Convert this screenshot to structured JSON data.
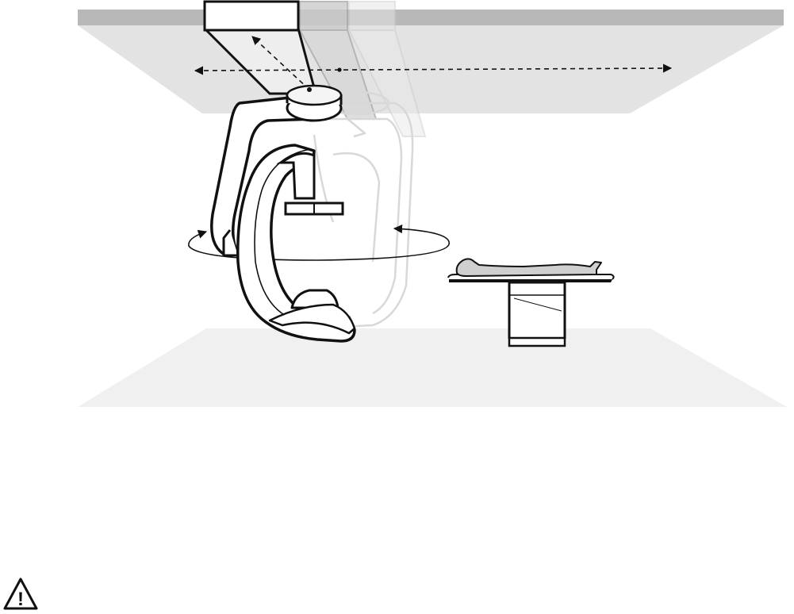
{
  "figure": {
    "components": [
      {
        "name": "ceiling-rail"
      },
      {
        "name": "ceiling-carriage"
      },
      {
        "name": "c-arm-stand"
      },
      {
        "name": "c-arm"
      },
      {
        "name": "x-ray-detector"
      },
      {
        "name": "x-ray-tube"
      },
      {
        "name": "patient-table"
      },
      {
        "name": "patient"
      },
      {
        "name": "floor-area"
      }
    ],
    "motions": [
      {
        "name": "longitudinal-carriage-travel",
        "style": "dashed-double-arrow"
      },
      {
        "name": "lateral-rail-travel",
        "style": "dashed-double-arrow"
      },
      {
        "name": "stand-rotation",
        "style": "elliptical-arrow"
      }
    ],
    "ghost_positions": 2
  },
  "colors": {
    "outline": "#111111",
    "ceiling_bar": "#b8b8b8",
    "ceiling_plane": "#e3e3e3",
    "floor_plane": "#f0f0f0",
    "carriage_shadow": "#c9c9c9",
    "ghost_outline": "#d6d6d6",
    "patient_fill": "#cfcfcf"
  },
  "warning": {
    "icon": "warning-triangle-icon",
    "glyph": "!"
  }
}
